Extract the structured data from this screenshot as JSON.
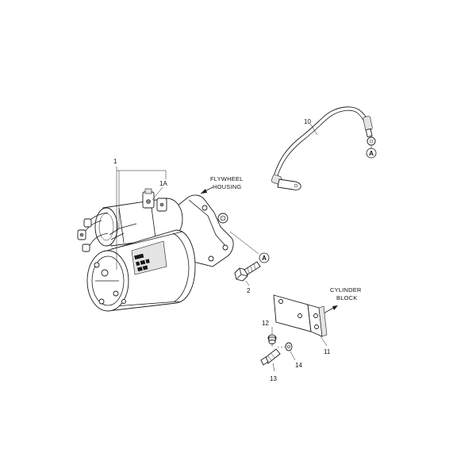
{
  "callouts": {
    "c1": "1",
    "c1a": "1A",
    "c2": "2",
    "c10": "10",
    "c11": "11",
    "c12": "12",
    "c13": "13",
    "c14": "14"
  },
  "refs": {
    "motor": "A",
    "cable": "A"
  },
  "notes": {
    "flywheel_line1": "FLYWHEEL",
    "flywheel_line2": "HOUSING",
    "cylinder_line1": "CYLINDER",
    "cylinder_line2": "BLOCK"
  },
  "icons": [
    "direction-arrow-icon",
    "reference-circle-icon"
  ]
}
